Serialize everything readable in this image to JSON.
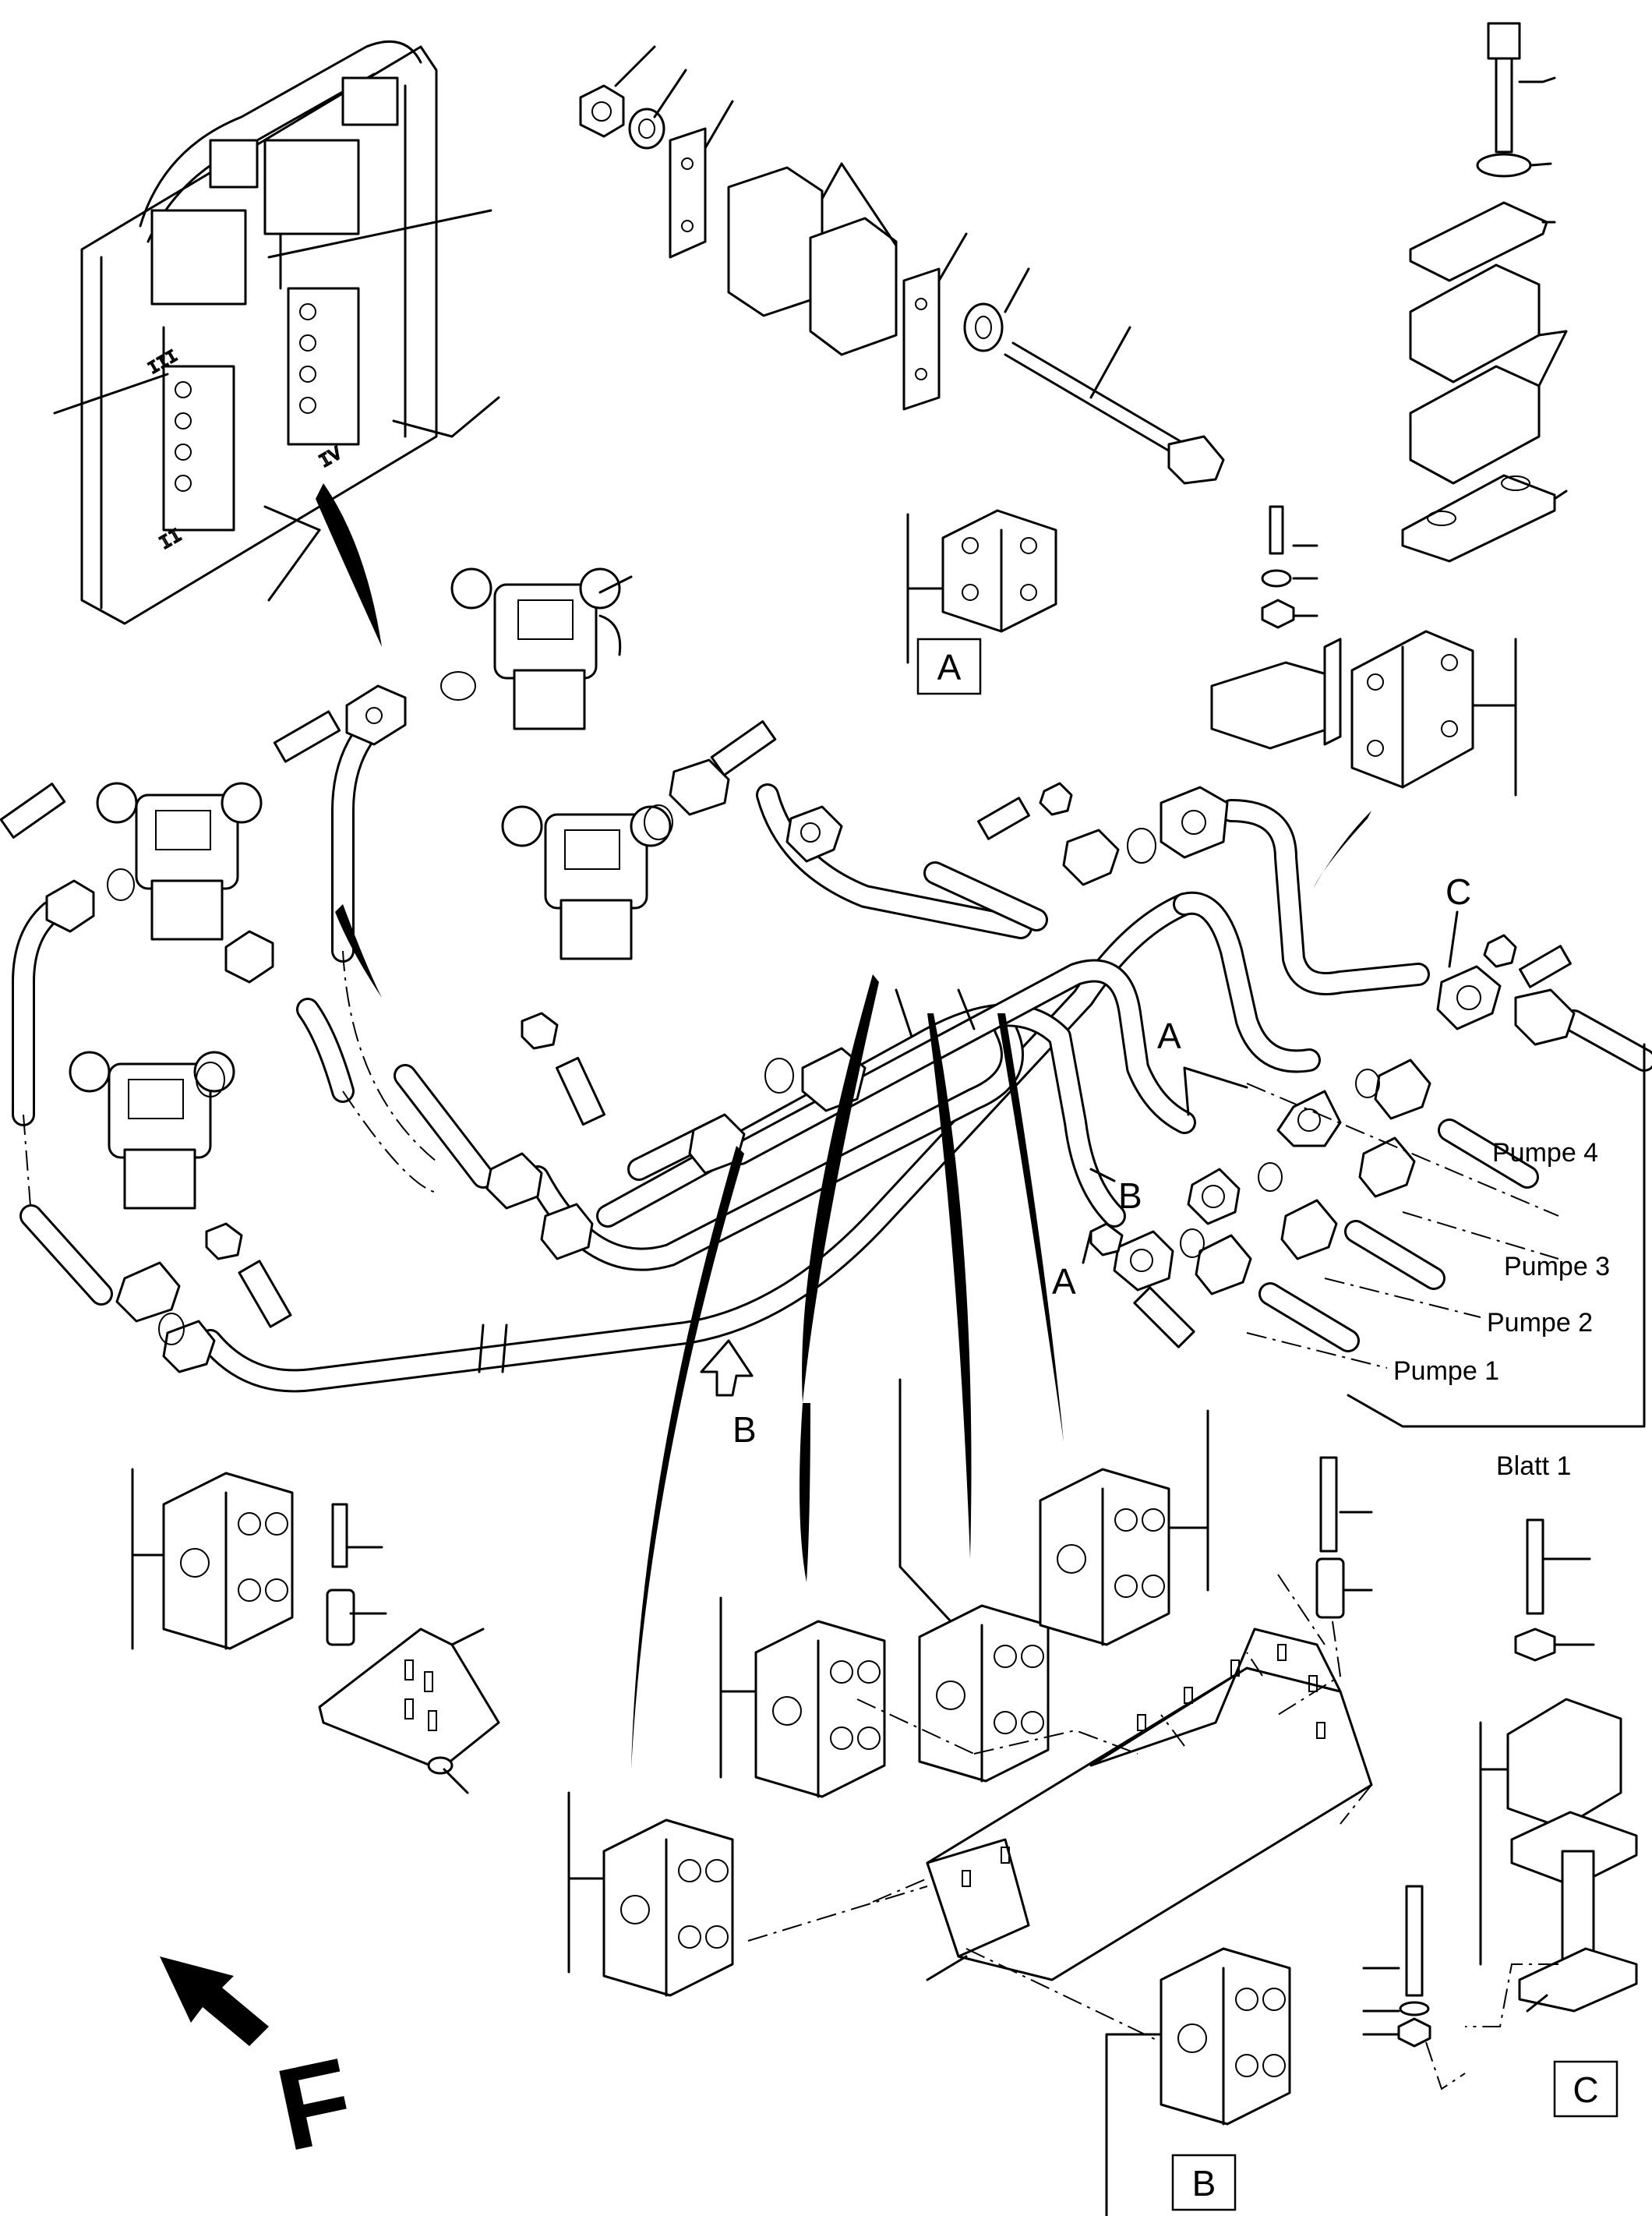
{
  "diagram": {
    "view_labels": {
      "A": "A",
      "B": "B",
      "C": "C"
    },
    "callout_letters": {
      "A": "A",
      "B": "B",
      "C": "C"
    },
    "pump_labels": [
      "Pumpe 4",
      "Pumpe 3",
      "Pumpe 2",
      "Pumpe 1"
    ],
    "sheet_ref": "Blatt 1",
    "direction_letter": "F",
    "valve_block_marks": [
      "II",
      "IV",
      "III"
    ]
  }
}
